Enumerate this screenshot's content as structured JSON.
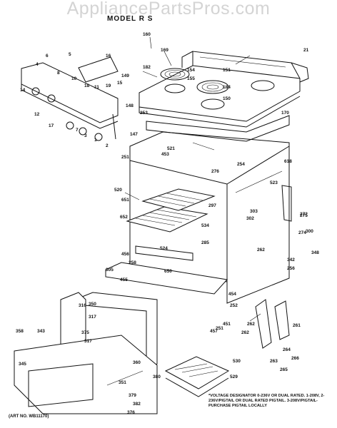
{
  "watermark": "AppliancePartsPros.com",
  "model_label": "MODEL R S",
  "voltage_note": "*VOLTAGE DESIGNATOR 0-236V OR DUAL RATED. 1-208V, 2-236V/PIGTAIL OR DUAL RATED PIGTAIL. 3-208V/PIGTAIL-PURCHASE PIGTAIL LOCALLY",
  "art_number": "(ART NO. WB11170)",
  "callouts": [
    "21",
    "160",
    "169",
    "182",
    "154",
    "155",
    "151",
    "150",
    "184",
    "5",
    "6",
    "16",
    "4",
    "149",
    "8",
    "10",
    "15",
    "18",
    "11",
    "19",
    "14",
    "12",
    "148",
    "17",
    "7",
    "3",
    "1",
    "2",
    "147",
    "253",
    "170",
    "521",
    "453",
    "251",
    "254",
    "618",
    "276",
    "523",
    "520",
    "651",
    "652",
    "297",
    "534",
    "303",
    "275",
    "302",
    "272",
    "274",
    "300",
    "348",
    "524",
    "285",
    "262",
    "342",
    "456",
    "258",
    "650",
    "256",
    "305",
    "455",
    "454",
    "252",
    "251",
    "350",
    "316",
    "317",
    "375",
    "317",
    "457",
    "451",
    "261",
    "262",
    "262",
    "264",
    "263",
    "265",
    "266",
    "358",
    "343",
    "345",
    "360",
    "380",
    "530",
    "529",
    "351",
    "379",
    "382",
    "376"
  ]
}
